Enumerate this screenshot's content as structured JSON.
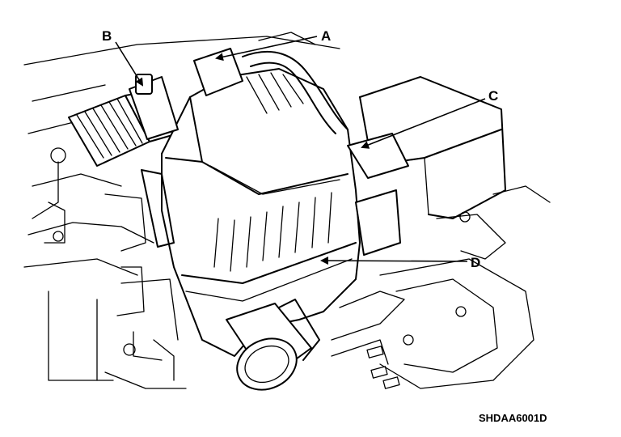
{
  "figure": {
    "callouts": [
      "A",
      "B",
      "C",
      "D"
    ],
    "figure_code": "SHDAA6001D"
  },
  "colors": {
    "ink": "#000000",
    "paper": "#ffffff"
  }
}
